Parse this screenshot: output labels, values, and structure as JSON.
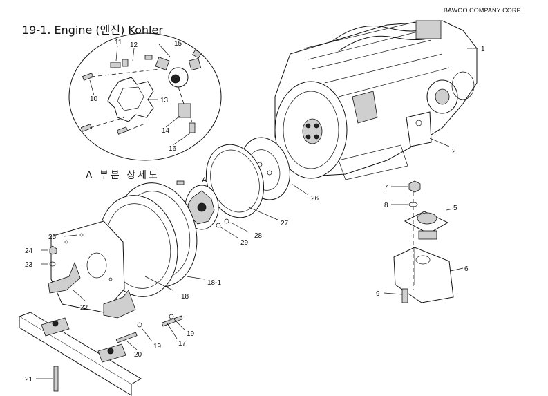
{
  "header": {
    "company": "BAWOO COMPANY CORP.",
    "title": "19-1. Engine (엔진) Kohler"
  },
  "detail": {
    "caption": "A 부분 상세도",
    "marker": "A"
  },
  "parts": {
    "p1": "1",
    "p2": "2",
    "p5": "5",
    "p6": "6",
    "p7": "7",
    "p8": "8",
    "p9": "9",
    "p10": "10",
    "p11": "11",
    "p12": "12",
    "p13": "13",
    "p14": "14",
    "p15": "15",
    "p16": "16",
    "p17": "17",
    "p18": "18",
    "p18_1": "18-1",
    "p19a": "19",
    "p19b": "19",
    "p20": "20",
    "p21": "21",
    "p22": "22",
    "p23": "23",
    "p24": "24",
    "p25": "25",
    "p26": "26",
    "p27": "27",
    "p28": "28",
    "p29": "29"
  }
}
